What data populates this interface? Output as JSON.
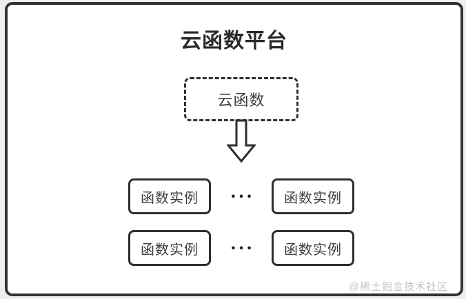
{
  "diagram": {
    "title": "云函数平台",
    "cloud_box_label": "云函数",
    "rows": [
      {
        "boxes": [
          "函数实例",
          "函数实例"
        ],
        "ellipsis": "•••"
      },
      {
        "boxes": [
          "函数实例",
          "函数实例"
        ],
        "ellipsis": "•••"
      }
    ],
    "watermark": "@稀土掘金技术社区",
    "icons": {
      "down_arrow": "⇩ hollow outlined arrow pointing down"
    },
    "colors": {
      "line": "#2e2e2e",
      "frame_border": "#333333",
      "title_text": "#2a2a2a",
      "box_text": "#3d3d3d",
      "watermark_text": "#c4c4c4",
      "page_background": "#efefef",
      "panel_background": "#ffffff"
    }
  }
}
